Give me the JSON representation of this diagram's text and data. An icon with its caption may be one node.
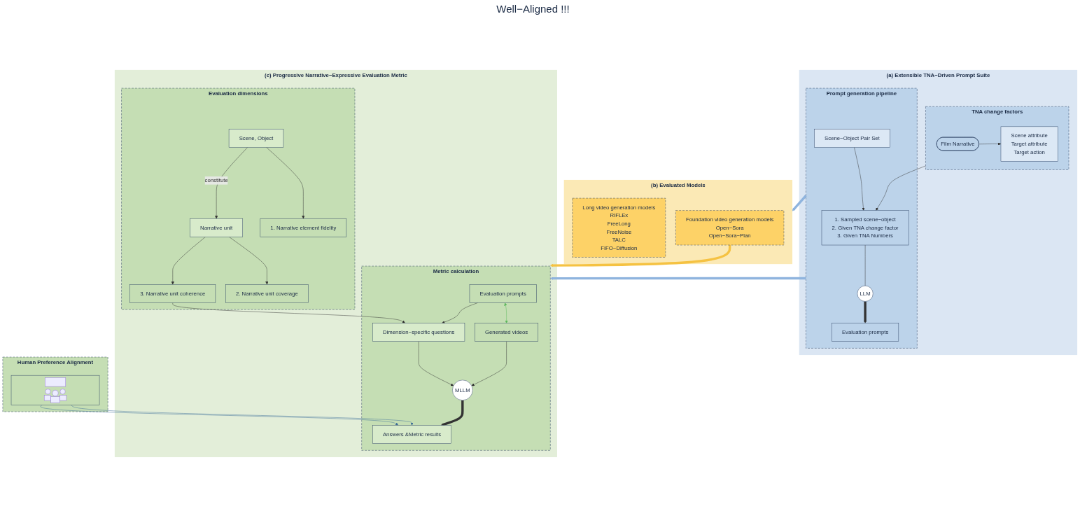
{
  "diagram": {
    "nodes": [
      {
        "text": [
          "(a) Extensible TNA−Driven Prompt Suite"
        ]
      },
      {
        "text": [
          "TNA change factors"
        ],
        "in": 0
      },
      {
        "text": [
          "Film Narrative"
        ],
        "in": 1
      },
      {
        "text": [
          "Scene attribute",
          "Target attribute",
          "Target action"
        ],
        "in": 1
      },
      {
        "text": [
          "Prompt generation pipeline"
        ],
        "in": 0
      },
      {
        "text": [
          "Scene−Object Pair Set"
        ],
        "in": 4
      },
      {
        "text": [
          "1. Sampled scene−object",
          "2. Given TNA change factor",
          "3. Given TNA Numbers"
        ],
        "in": 4
      },
      {
        "text": [
          "LLM"
        ],
        "in": 4
      },
      {
        "text": [
          "Evaluation prompts"
        ],
        "in": 4
      },
      {
        "text": [
          "(b) Evaluated Models"
        ]
      },
      {
        "text": [
          "Long video generation models",
          "RIFLEx",
          "FreeLong",
          "FreeNoise",
          "TALC",
          "FIFO−Diffusion"
        ],
        "in": 9
      },
      {
        "text": [
          "Foundation video generation models",
          "Open−Sora",
          "Open−Sora−Plan"
        ],
        "in": 9
      },
      {
        "text": [
          "(c) Progressive Narrative−Expressive Evaluation Metric"
        ]
      },
      {
        "text": [
          "Evaluation dimensions"
        ],
        "in": 12
      },
      {
        "text": [
          "Scene, Object"
        ],
        "in": 13
      },
      {
        "text": [
          "Narrative unit"
        ],
        "in": 13
      },
      {
        "text": [
          "1. Narrative element fidelity"
        ],
        "in": 13
      },
      {
        "text": [
          "2. Narrative unit coverage"
        ],
        "in": 13
      },
      {
        "text": [
          "3. Narrative unit coherence"
        ],
        "in": 13
      },
      {
        "text": [
          "Metric calculation"
        ],
        "in": 12
      },
      {
        "text": [
          "Evaluation prompts"
        ],
        "in": 19
      },
      {
        "text": [
          "Generated videos"
        ],
        "in": 19
      },
      {
        "text": [
          "Dimension−specific questions"
        ],
        "in": 19
      },
      {
        "text": [
          "MLLM"
        ],
        "in": 19
      },
      {
        "text": [
          "Answers &Metric results"
        ],
        "in": 19
      },
      {
        "text": [
          "Human Preference Alignment"
        ]
      },
      {
        "text": [],
        "shape": "picture",
        "in": 25
      }
    ],
    "edges": [
      {
        "from": 2,
        "to": 3,
        "arrow": "to"
      },
      {
        "from": 1,
        "to": 6,
        "arrow": "to"
      },
      {
        "from": 5,
        "to": 6,
        "arrow": "to"
      },
      {
        "from": 6,
        "to": 7,
        "arrow": "none"
      },
      {
        "from": 7,
        "to": 8,
        "arrow": "to",
        "style": "thick"
      },
      {
        "from": 4,
        "to": 9,
        "arrow": "to",
        "style": "thick",
        "color": "#8fb4de"
      },
      {
        "from": 4,
        "to": 19,
        "arrow": "to",
        "style": "thick",
        "color": "#8fb4de"
      },
      {
        "from": 11,
        "to": 19,
        "arrow": "to",
        "style": "thick",
        "color": "#f5c242"
      },
      {
        "from": 14,
        "to": 16,
        "arrow": "to"
      },
      {
        "from": 14,
        "to": 15,
        "label": "constitute",
        "arrow": "to"
      },
      {
        "from": 15,
        "to": 17,
        "arrow": "to"
      },
      {
        "from": 15,
        "to": 18,
        "arrow": "to"
      },
      {
        "from": 18,
        "to": 22,
        "arrow": "to"
      },
      {
        "from": 20,
        "to": 21,
        "arrow": "both",
        "color": "#5cb85c"
      },
      {
        "from": 20,
        "to": 22,
        "arrow": "to"
      },
      {
        "from": 21,
        "to": 23,
        "arrow": "to"
      },
      {
        "from": 22,
        "to": 23,
        "arrow": "to"
      },
      {
        "from": 23,
        "to": 24,
        "arrow": "to",
        "style": "thick"
      },
      {
        "from": 26,
        "to": 24,
        "arrow": "to",
        "color": "#3d6e99"
      },
      {
        "from": 26,
        "to": 24,
        "arrow": "to",
        "color": "#3d6e99"
      }
    ],
    "labels": [
      "Well−Aligned !!!"
    ]
  }
}
